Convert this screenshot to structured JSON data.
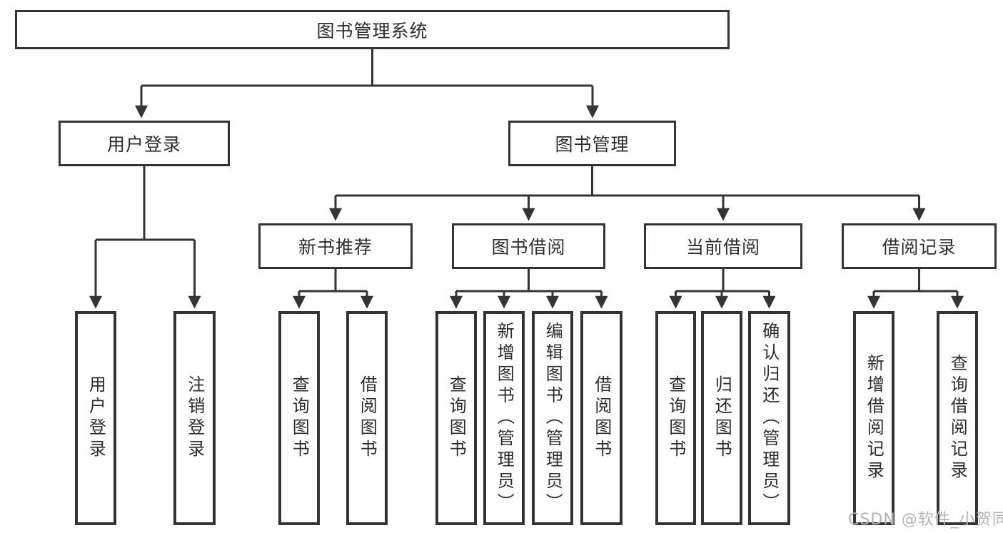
{
  "diagram": {
    "root": {
      "label": "图书管理系统"
    },
    "branches": [
      {
        "label": "用户登录",
        "children": [
          {
            "label": "用户登录"
          },
          {
            "label": "注销登录"
          }
        ]
      },
      {
        "label": "图书管理",
        "children": [
          {
            "label": "新书推荐",
            "children": [
              {
                "label": "查询图书"
              },
              {
                "label": "借阅图书"
              }
            ]
          },
          {
            "label": "图书借阅",
            "children": [
              {
                "label": "查询图书"
              },
              {
                "label": "新增图书（管理员）"
              },
              {
                "label": "编辑图书（管理员）"
              },
              {
                "label": "借阅图书"
              }
            ]
          },
          {
            "label": "当前借阅",
            "children": [
              {
                "label": "查询图书"
              },
              {
                "label": "归还图书"
              },
              {
                "label": "确认归还（管理员）"
              }
            ]
          },
          {
            "label": "借阅记录",
            "children": [
              {
                "label": "新增借阅记录"
              },
              {
                "label": "查询借阅记录"
              }
            ]
          }
        ]
      }
    ],
    "colors": {
      "line": "#343434",
      "text": "#2d2d2d",
      "box_background": "#ffffff"
    }
  },
  "watermark": {
    "text": "CSDN @软件_小贺同学",
    "color": "#b4b4b4"
  }
}
